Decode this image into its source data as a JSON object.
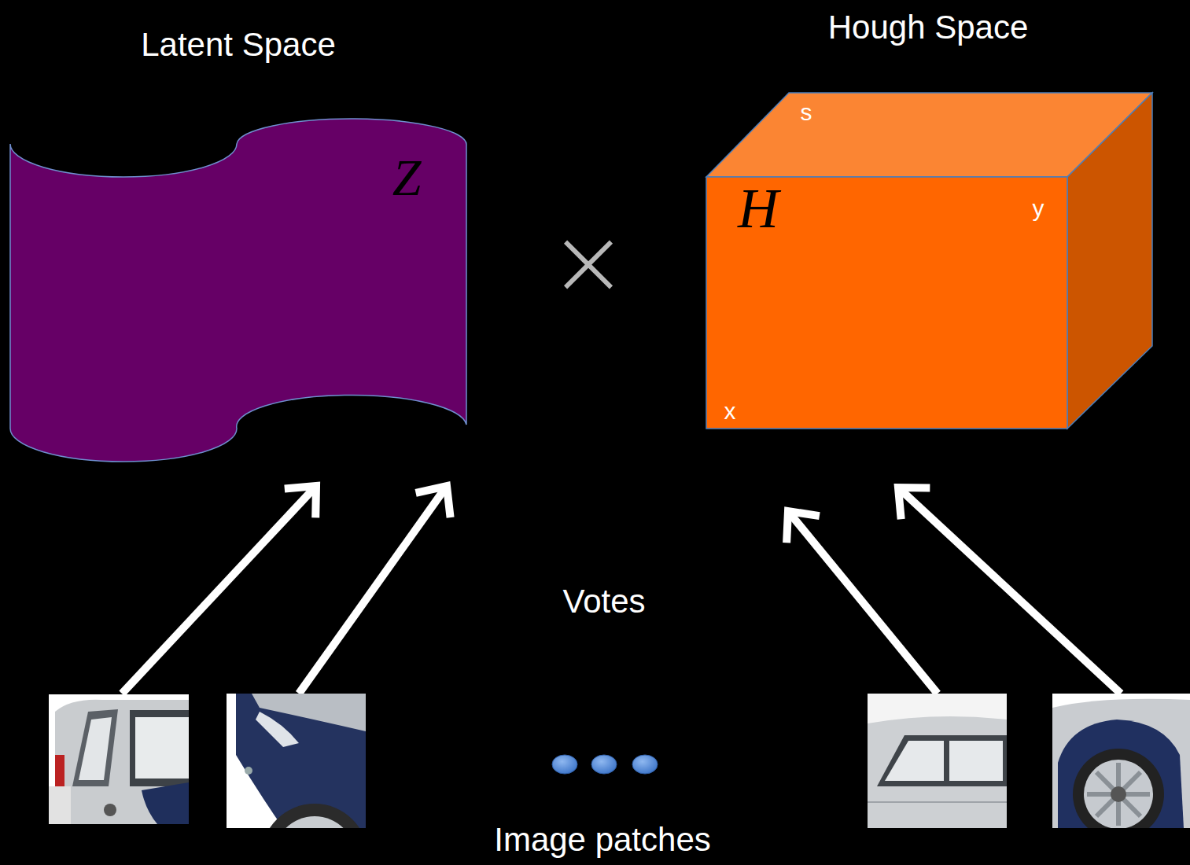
{
  "diagram": {
    "nodes": [
      {
        "text": [
          "Latent Space",
          "Z"
        ]
      },
      {
        "text": [
          "Hough Space",
          "H",
          "s",
          "y",
          "x"
        ]
      }
    ],
    "labels": [
      "×",
      "Votes",
      "Image patches"
    ]
  }
}
